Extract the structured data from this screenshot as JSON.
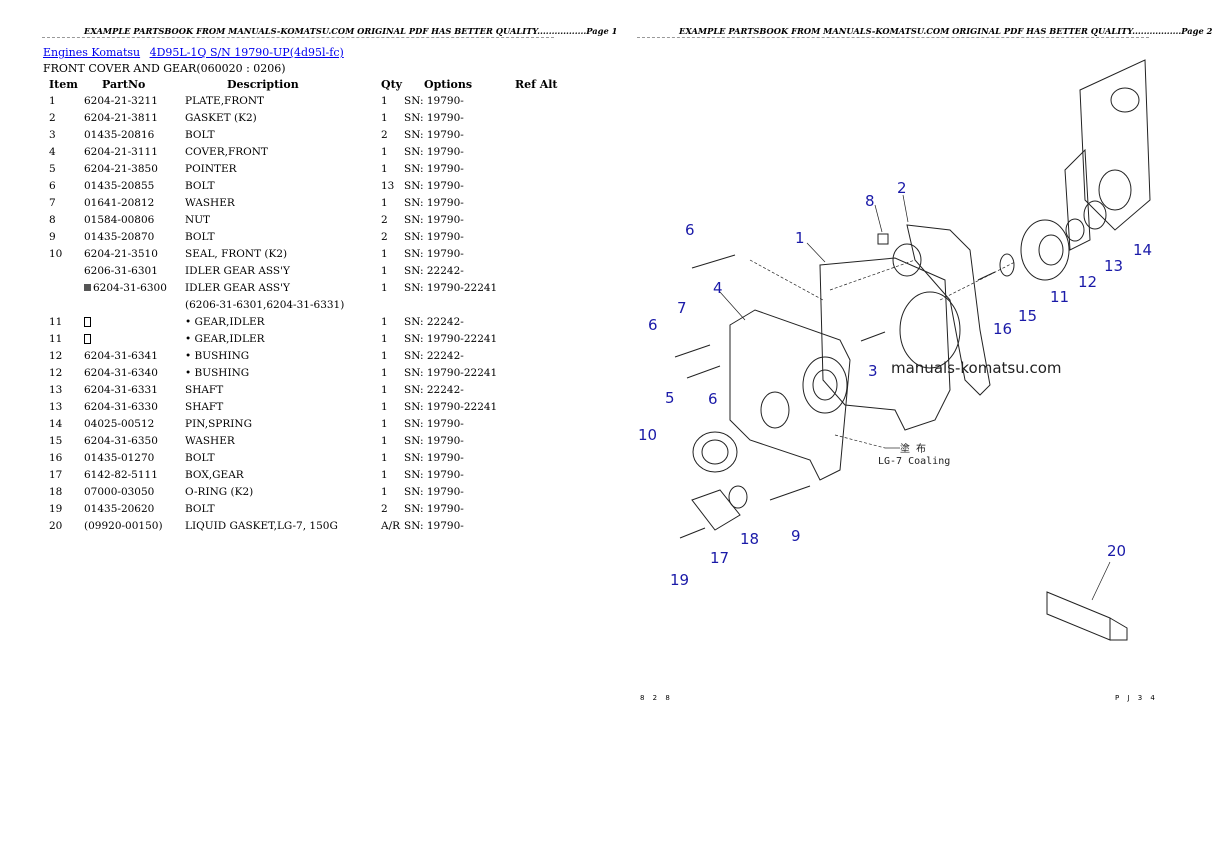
{
  "page1": {
    "header": "EXAMPLE PARTSBOOK FROM MANUALS-KOMATSU.COM ORIGINAL PDF HAS BETTER QUALITY.................Page 1",
    "breadcrumbs": [
      "Engines Komatsu",
      "4D95L-1Q S/N 19790-UP(4d95l-fc)"
    ],
    "subtitle": "FRONT COVER AND GEAR(060020 : 0206)",
    "columns": [
      "Item",
      "PartNo",
      "Description",
      "Qty",
      "Options",
      "Ref Alt"
    ],
    "rows": [
      {
        "item": "1",
        "part": "6204-21-3211",
        "desc": "PLATE,FRONT",
        "qty": "1",
        "opt": "SN: 19790-"
      },
      {
        "item": "2",
        "part": "6204-21-3811",
        "desc": "GASKET (K2)",
        "qty": "1",
        "opt": "SN: 19790-"
      },
      {
        "item": "3",
        "part": "01435-20816",
        "desc": "BOLT",
        "qty": "2",
        "opt": "SN: 19790-"
      },
      {
        "item": "4",
        "part": "6204-21-3111",
        "desc": "COVER,FRONT",
        "qty": "1",
        "opt": "SN: 19790-"
      },
      {
        "item": "5",
        "part": "6204-21-3850",
        "desc": "POINTER",
        "qty": "1",
        "opt": "SN: 19790-"
      },
      {
        "item": "6",
        "part": "01435-20855",
        "desc": "BOLT",
        "qty": "13",
        "opt": "SN: 19790-"
      },
      {
        "item": "7",
        "part": "01641-20812",
        "desc": "WASHER",
        "qty": "1",
        "opt": "SN: 19790-"
      },
      {
        "item": "8",
        "part": "01584-00806",
        "desc": "NUT",
        "qty": "2",
        "opt": "SN: 19790-"
      },
      {
        "item": "9",
        "part": "01435-20870",
        "desc": "BOLT",
        "qty": "2",
        "opt": "SN: 19790-"
      },
      {
        "item": "10",
        "part": "6204-21-3510",
        "desc": "SEAL, FRONT (K2)",
        "qty": "1",
        "opt": "SN: 19790-"
      },
      {
        "item": "",
        "part": "6206-31-6301",
        "desc": "IDLER GEAR ASS'Y",
        "qty": "1",
        "opt": "SN: 22242-"
      },
      {
        "item": "",
        "part": "6204-31-6300",
        "desc": "IDLER GEAR ASS'Y",
        "qty": "1",
        "opt": "SN: 19790-22241",
        "marker": true
      },
      {
        "item": "",
        "part": "",
        "desc": "(6206-31-6301,6204-31-6331)",
        "qty": "",
        "opt": ""
      },
      {
        "item": "11",
        "part": "",
        "desc": "• GEAR,IDLER",
        "qty": "1",
        "opt": "SN: 22242-",
        "box": true
      },
      {
        "item": "11",
        "part": "",
        "desc": "• GEAR,IDLER",
        "qty": "1",
        "opt": "SN: 19790-22241",
        "box": true
      },
      {
        "item": "12",
        "part": "6204-31-6341",
        "desc": "• BUSHING",
        "qty": "1",
        "opt": "SN: 22242-"
      },
      {
        "item": "12",
        "part": "6204-31-6340",
        "desc": "• BUSHING",
        "qty": "1",
        "opt": "SN: 19790-22241"
      },
      {
        "item": "13",
        "part": "6204-31-6331",
        "desc": "SHAFT",
        "qty": "1",
        "opt": "SN: 22242-"
      },
      {
        "item": "13",
        "part": "6204-31-6330",
        "desc": "SHAFT",
        "qty": "1",
        "opt": "SN: 19790-22241"
      },
      {
        "item": "14",
        "part": "04025-00512",
        "desc": "PIN,SPRING",
        "qty": "1",
        "opt": "SN: 19790-"
      },
      {
        "item": "15",
        "part": "6204-31-6350",
        "desc": "WASHER",
        "qty": "1",
        "opt": "SN: 19790-"
      },
      {
        "item": "16",
        "part": "01435-01270",
        "desc": "BOLT",
        "qty": "1",
        "opt": "SN: 19790-"
      },
      {
        "item": "17",
        "part": "6142-82-5111",
        "desc": "BOX,GEAR",
        "qty": "1",
        "opt": "SN: 19790-"
      },
      {
        "item": "18",
        "part": "07000-03050",
        "desc": "O-RING (K2)",
        "qty": "1",
        "opt": "SN: 19790-"
      },
      {
        "item": "19",
        "part": "01435-20620",
        "desc": "BOLT",
        "qty": "2",
        "opt": "SN: 19790-"
      },
      {
        "item": "20",
        "part": "(09920-00150)",
        "desc": "LIQUID GASKET,LG-7, 150G",
        "qty": "A/R",
        "opt": "SN: 19790-"
      }
    ]
  },
  "page2": {
    "header": "EXAMPLE PARTSBOOK FROM MANUALS-KOMATSU.COM ORIGINAL PDF HAS BETTER QUALITY.................Page 2",
    "watermark": "manuals-komatsu.com",
    "annotation_jp": "塗 布",
    "annotation": "LG-7 Coaling",
    "footer_left": "8 2 8",
    "footer_right": "P J 3 4",
    "callouts": [
      "1",
      "2",
      "3",
      "4",
      "5",
      "6",
      "6",
      "6",
      "7",
      "8",
      "9",
      "10",
      "11",
      "12",
      "13",
      "14",
      "15",
      "16",
      "17",
      "18",
      "19",
      "20"
    ]
  }
}
